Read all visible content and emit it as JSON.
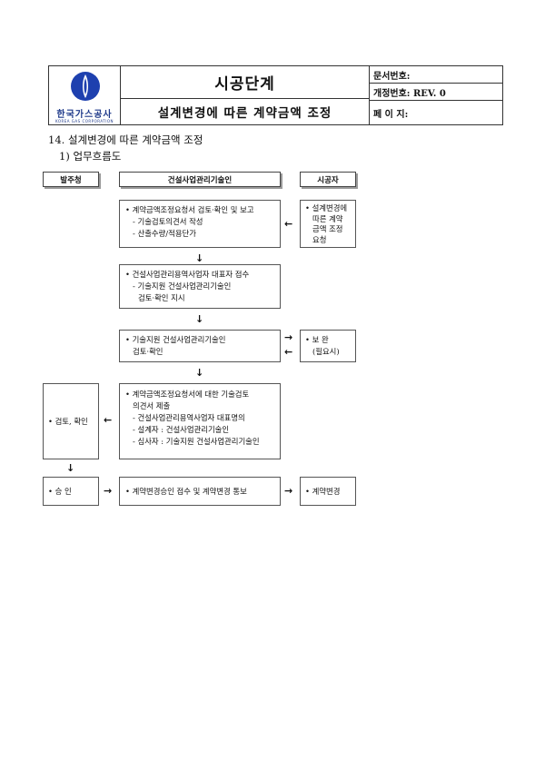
{
  "header": {
    "company_name": "한국가스공사",
    "company_name_en": "KOREA GAS CORPORATION",
    "title": "시공단계",
    "subtitle": "설계변경에 따른 계약금액 조정",
    "doc_no_label": "문서번호:",
    "revision_label": "개정번호: REV. 0",
    "page_label": "페 이 지:"
  },
  "section": {
    "title": "14. 설계변경에 따른 계약금액 조정",
    "subtitle": "1) 업무흐름도"
  },
  "flow": {
    "lanes": [
      "발주청",
      "건설사업관리기술인",
      "시공자"
    ],
    "step1": {
      "main": [
        "• 계약금액조정요청서 검토·확인 및 보고",
        "- 기술검토의견서 작성",
        "- 산출수량/적용단가"
      ],
      "contractor": [
        "• 설계변경에",
        "따른 계약",
        "금액 조정",
        "요청"
      ]
    },
    "step2": {
      "main": [
        "• 건설사업관리용역사업자 대표자 접수",
        "- 기술지원 건설사업관리기술인",
        "검토·확인 지시"
      ]
    },
    "step3": {
      "main": [
        "• 기술지원 건설사업관리기술인",
        "검토·확인"
      ],
      "contractor": [
        "• 보 완",
        "(필요시)"
      ]
    },
    "step4": {
      "owner": "• 검토, 확인",
      "main": [
        "• 계약금액조정요청서에 대한 기술검토",
        "의견서 제출",
        "- 건설사업관리용역사업자 대표명의",
        "- 설계자 : 건설사업관리기술인",
        "- 심사자 : 기술지원 건설사업관리기술인"
      ]
    },
    "step5": {
      "owner": "• 승 인",
      "main": "• 계약변경승인 접수 및 계약변경 통보",
      "contractor": "• 계약변경"
    },
    "arrows": {
      "down": "↓",
      "right": "→",
      "left": "←"
    }
  }
}
